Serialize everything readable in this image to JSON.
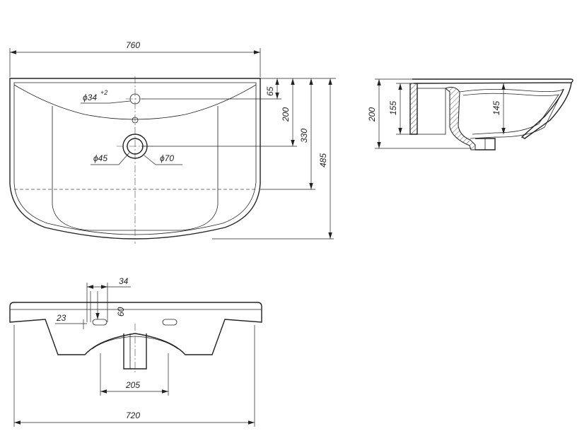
{
  "top_view": {
    "overall_width": "760",
    "drain_diameter": "ϕ45",
    "drain_outer_diameter": "ϕ70",
    "faucet_hole_diameter": "ϕ34",
    "faucet_hole_tolerance": "+2",
    "hole_offset": "65",
    "drain_offset": "200",
    "bowl_depth": "330",
    "overall_depth": "485"
  },
  "side_view": {
    "total_height": "200",
    "back_height": "155",
    "bowl_height": "145"
  },
  "front_view": {
    "hole_spacing": "34",
    "hole_height": "60",
    "hole_offset": "23",
    "drain_width": "205",
    "overall_width": "720"
  }
}
